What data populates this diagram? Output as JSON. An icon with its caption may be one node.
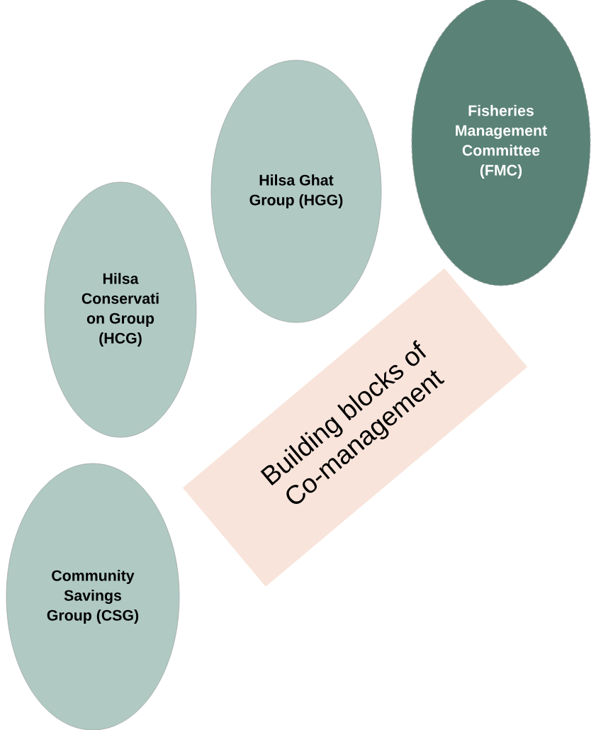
{
  "diagram": {
    "nodes": [
      {
        "text": [
          "Fisheries Management Committee (FMC)"
        ]
      },
      {
        "text": [
          "Hilsa Ghat Group (HGG)"
        ]
      },
      {
        "text": [
          "Hilsa Conservati on Group (HCG)"
        ]
      },
      {
        "text": [
          "Building blocks of Co-management"
        ]
      },
      {
        "text": [
          "Community Savings Group (CSG)"
        ]
      }
    ]
  }
}
